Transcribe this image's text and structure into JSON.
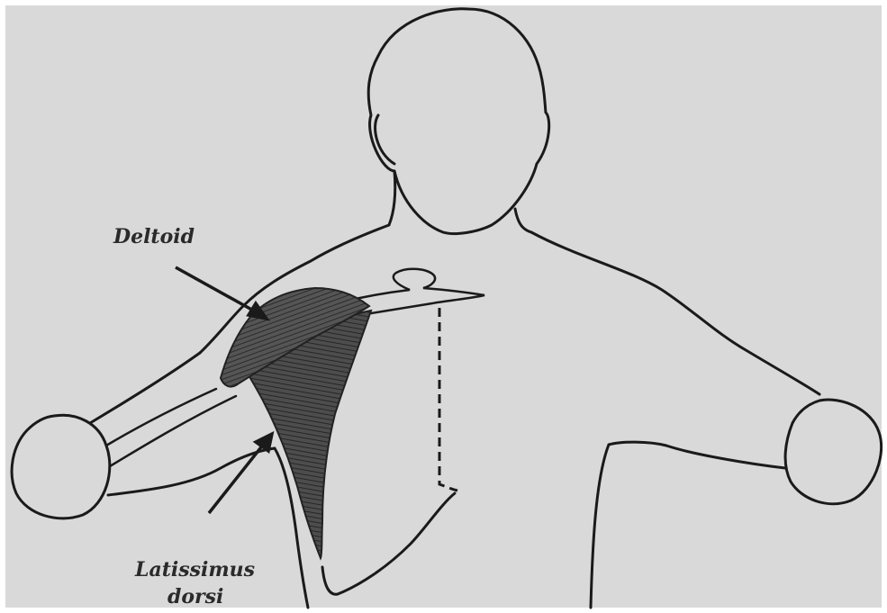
{
  "labels": {
    "deltoid": "Deltoid",
    "latissimus_line1": "Latissimus",
    "latissimus_line2": "dorsi"
  },
  "colors": {
    "paper": "#d9d9d9",
    "outline": "#1a1a1a",
    "muscle_fill": "#4a4a4a",
    "label": "#2a2a2a"
  }
}
